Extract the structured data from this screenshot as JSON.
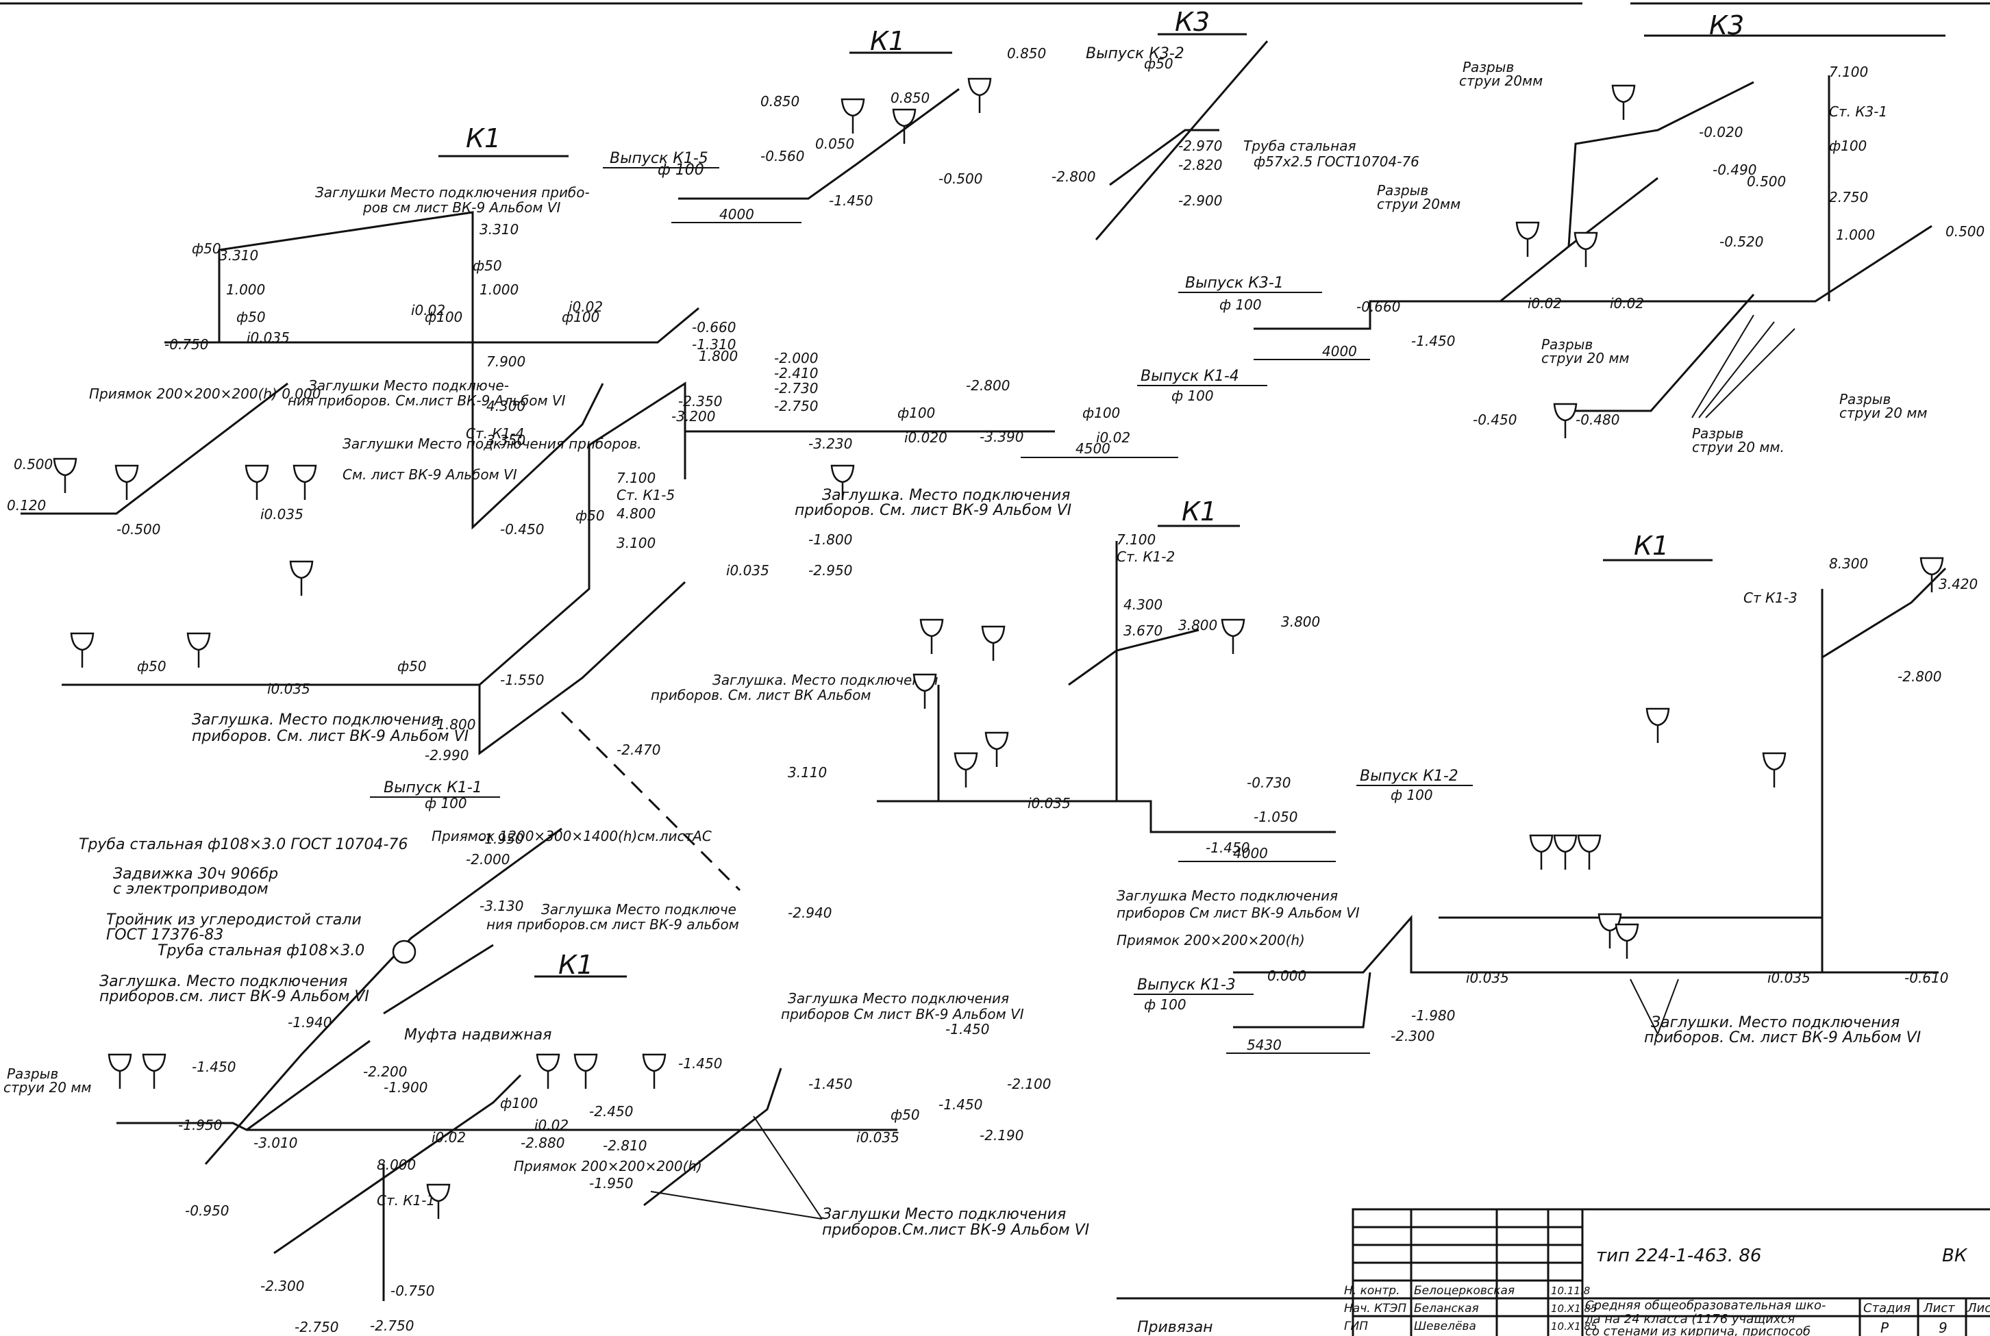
{
  "sheet": {
    "section_titles": {
      "k1_a": "К1",
      "k1_b": "К1",
      "k3_a": "К3",
      "k3_b": "К3",
      "k1_c": "К1",
      "k1_d": "К1",
      "k1_e": "К1"
    },
    "outlets": {
      "k1_5": {
        "title": "Выпуск К1-5",
        "dia": "ф 100",
        "len": "4000"
      },
      "k3_2": {
        "title": "Выпуск К3-2",
        "dia": "ф50"
      },
      "k3_1": {
        "title": "Выпуск К3-1",
        "dia": "ф 100",
        "len": "4000"
      },
      "k1_4": {
        "title": "Выпуск К1-4",
        "dia": "ф 100",
        "len": "4500"
      },
      "k1_1": {
        "title": "Выпуск К1-1",
        "dia": "ф 100"
      },
      "k1_2": {
        "title": "Выпуск К1-2",
        "dia": "ф 100",
        "len": "4000"
      },
      "k1_3": {
        "title": "Выпуск К1-3",
        "dia": "ф 100",
        "len": "5430"
      }
    },
    "notes": {
      "plug_1": "Заглушки Место подключения прибо-",
      "plug_1b": "ров см лист ВК-9 Альбом VI",
      "pit_1": "Приямок 200×200×200(h) 0.000",
      "plug_2": "Заглушки Место подключе-",
      "plug_2b": "ния приборов. См.лист ВК-9 Альбом VI",
      "plug_3": "Заглушки Место подключения приборов.",
      "plug_3b": "См. лист ВК-9 Альбом VI",
      "plug_4": "Заглушка. Место подключения",
      "plug_4b": "приборов. См. лист ВК-9 Альбом VI",
      "plug_5": "Заглушка. Место подключения",
      "plug_5b": "приборов. См. лист ВК-9 Альбом VI",
      "plug_6": "Заглушка. Место подключения",
      "plug_6b": "приборов. См. лист ВК Альбом",
      "pipe_steel_k3": "Труба стальная",
      "pipe_steel_k3b": "ф57х2.5 ГОСТ10704-76",
      "pit_2": "Приямок 1200×300×1400(h)см.листАС",
      "pipe_steel_1": "Труба стальная ф108×3.0 ГОСТ 10704-76",
      "valve": "Задвижка 30ч 906бр",
      "valve_b": "с электроприводом",
      "tee": "Тройник из углеродистой стали",
      "tee_b": "ГОСТ 17376-83",
      "pipe_steel_2": "Труба стальная ф108×3.0",
      "plug_7": "Заглушка. Место подключения",
      "plug_7b": "приборов.см. лист ВК-9 Альбом VI",
      "plug_8": "Заглушка Место подключе",
      "plug_8b": "ния приборов.см лист ВК-9 альбом",
      "coupling": "Муфта надвижная",
      "break_1": "Разрыв",
      "break_1b": "струи 20 мм",
      "break_2": "Разрыв",
      "break_2b": "струи 20мм",
      "break_3": "Разрыв",
      "break_3b": "струи 20мм",
      "break_4": "Разрыв",
      "break_4b": "струи 20 мм",
      "break_5": "Разрыв",
      "break_5b": "струи 20 мм.",
      "break_6": "Разрыв",
      "break_6b": "струи 20 мм",
      "plug_9": "Заглушка Место подключения",
      "plug_9b": "приборов См лист ВК-9 Альбом VI",
      "pit_3": "Приямок 200×200×200(h)",
      "plug_10": "Заглушки. Место подключения",
      "plug_10b": "приборов. См. лист ВК-9 Альбом VI",
      "plug_11": "Заглушка Место подключения",
      "plug_11b": "приборов См лист ВК-9 Альбом VI",
      "pit_4": "Приямок 200×200×200(h)",
      "plug_12": "Заглушки Место подключения",
      "plug_12b": "приборов.См.лист ВК-9 Альбом VI"
    },
    "risers": {
      "st_k1_4": "Ст. К1-4",
      "st_k1_5": "Ст. К1-5",
      "st_k1_2": "Ст. К1-2",
      "st_k1_3": "Ст К1-3",
      "st_k3_1": "Ст. К3-1",
      "st_k1_1": "Ст. К1-1"
    },
    "levels": {
      "l_0850a": "0.850",
      "l_0850b": "0.850",
      "l_0850c": "0.850",
      "l_m0560": "-0.560",
      "l_0050": "0.050",
      "l_m1450": "-1.450",
      "l_m0500": "-0.500",
      "l_3310a": "3.310",
      "l_3310b": "3.310",
      "l_1000a": "1.000",
      "l_1000b": "1.000",
      "l_m0750": "-0.750",
      "l_7900": "7.900",
      "l_4300": "4.300",
      "l_3350": "3.350",
      "l_m0450": "-0.450",
      "l_0500a": "0.500",
      "l_0120": "0.120",
      "l_m0500b": "-0.500",
      "l_m0660": "-0.660",
      "l_m1310": "-1.310",
      "l_1800": "1.800",
      "l_m2000": "-2.000",
      "l_m2410": "-2.410",
      "l_m2730": "-2.730",
      "l_m2750": "-2.750",
      "l_m2350": "-2.350",
      "l_m3200": "-3.200",
      "l_m3230": "-3.230",
      "l_m2800": "-2.800",
      "l_m3390": "-3.390",
      "l_7100a": "7.100",
      "l_4800": "4.800",
      "l_3100": "3.100",
      "l_m1800": "-1.800",
      "l_m2950": "-2.950",
      "l_m1550": "-1.550",
      "l_m2990": "-2.990",
      "l_m2470": "-2.470",
      "l_m1800b": "-1.800",
      "l_3110": "3.110",
      "l_m2940": "-2.940",
      "l_m1950": "-1.950",
      "l_m2000b": "-2.000",
      "l_m3130": "-3.130",
      "l_m1940": "-1.940",
      "l_m2970": "-2.970",
      "l_m2820": "-2.820",
      "l_m2900": "-2.900",
      "l_m2800c": "-2.800",
      "l_7100b": "7.100",
      "l_2750": "2.750",
      "l_1000c": "1.000",
      "l_0500b": "0.500",
      "l_m0020": "-0.020",
      "l_m0490": "-0.490",
      "l_0500c": "0.500",
      "l_m0520": "-0.520",
      "l_m0660b": "-0.660",
      "l_m1450b": "-1.450",
      "l_m0450b": "-0.450",
      "l_m0480": "-0.480",
      "l_7100c": "7.100",
      "l_4300b": "4.300",
      "l_3670": "3.670",
      "l_3800a": "3.800",
      "l_3800b": "3.800",
      "l_m1450c": "-1.450",
      "l_m0730": "-0.730",
      "l_m1050": "-1.050",
      "l_8300": "8.300",
      "l_3420": "3.420",
      "l_m2800d": "-2.800",
      "l_m0610": "-0.610",
      "l_m1980": "-1.980",
      "l_m2300": "-2.300",
      "l_0000": "0.000",
      "l_m1450d": "-1.450",
      "l_m2200": "-2.200",
      "l_m1900": "-1.900",
      "l_m1950b": "-1.950",
      "l_m1450e": "-1.450",
      "l_m3010": "-3.010",
      "l_m2880": "-2.880",
      "l_m2450": "-2.450",
      "l_m2810": "-2.810",
      "l_m1950c": "-1.950",
      "l_m2100": "-2.100",
      "l_m2190": "-2.190",
      "l_8000": "8.000",
      "l_m2300b": "-2.300",
      "l_m0750b": "-0.750",
      "l_m2750b": "-2.750",
      "l_m2750c": "-2.750",
      "l_m1450f": "-1.450",
      "l_m0950": "-0.950",
      "l_m1450g": "-1.450",
      "l_m1450h": "-1.450"
    },
    "slopes": {
      "s1": "i0.035",
      "s2": "i0.02",
      "s3": "i0.035",
      "s4": "i0.02",
      "s5": "i0.035",
      "s6": "i0.02",
      "s7": "i0.035",
      "s8": "i0.02",
      "s9": "i0.035",
      "s10": "i0.020",
      "s11": "i0.02",
      "s12": "i0.035",
      "s13": "i0.02",
      "s14": "i0.035",
      "s15": "i0.02",
      "s16": "i0.035"
    },
    "diameters": {
      "d50": "ф50",
      "d100": "ф100"
    },
    "title_block": {
      "doc_code": "тип      224-1-463. 86",
      "mark": "ВК",
      "bound": "Привязан",
      "rows": [
        {
          "role": "Н. контр.",
          "name": "Белоцерковская",
          "date": "10.11.8"
        },
        {
          "role": "Нач. КТЭП",
          "name": "Беланская",
          "date": "10.Х1.85"
        },
        {
          "role": "ГИП",
          "name": "Шевелёва",
          "date": "10.Х1.85"
        }
      ],
      "desc_1": "Средняя общеобразовательная шко-",
      "desc_2": "ла на 24 класса (1176 учащихся",
      "desc_3": "со стенами из кирпича, приспособ",
      "stage_label": "Стадия",
      "sheet_label": "Лист",
      "sheets_label": "Листов",
      "stage": "Р",
      "sheet_no": "9"
    }
  }
}
